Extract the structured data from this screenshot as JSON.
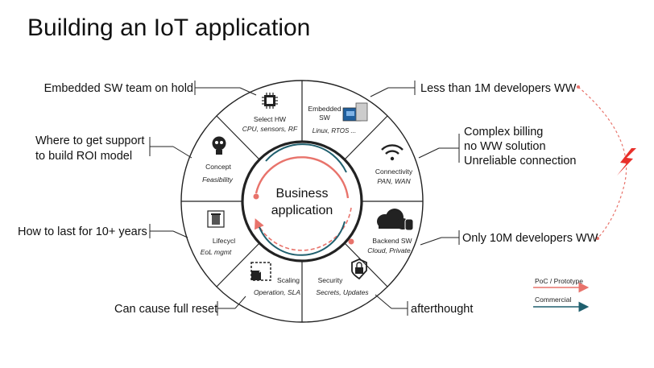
{
  "title": "Building an IoT application",
  "center": {
    "line1": "Business",
    "line2": "application"
  },
  "segments": [
    {
      "name": "Select HW",
      "sub": "CPU, sensors, RF",
      "icon": "chip-icon"
    },
    {
      "name": "Embedded",
      "name2": "SW",
      "sub": "Linux, RTOS ...",
      "icon": "computer-icon"
    },
    {
      "name": "Connectivity",
      "sub": "PAN, WAN",
      "icon": "wifi-icon"
    },
    {
      "name": "Backend SW",
      "sub": "Cloud, Private",
      "icon": "cloud-database-icon"
    },
    {
      "name": "Security",
      "sub": "Secrets, Updates",
      "icon": "lock-icon"
    },
    {
      "name": "Scaling",
      "sub": "Operation, SLA",
      "icon": "expand-icon"
    },
    {
      "name": "Lifecycl",
      "sub": "EoL mgmt",
      "icon": "recycle-bin-icon"
    },
    {
      "name": "Concept",
      "sub": "Feasibility",
      "icon": "lightbulb-icon"
    }
  ],
  "annotations": {
    "left": [
      "Embedded SW team on hold",
      "Where to get support",
      "to build ROI model",
      "How to last for 10+ years",
      "Can cause full reset"
    ],
    "right": [
      "Less than 1M developers WW",
      "Complex billing",
      "no WW solution",
      "Unreliable connection",
      "Only 10M developers WW",
      "afterthought"
    ]
  },
  "legend": {
    "poc": "PoC / Prototype",
    "commercial": "Commercial"
  },
  "colors": {
    "poc": "#e8736b",
    "commercial": "#1f5f6e",
    "ring_outline": "#222222",
    "lightning": "#e8302a"
  }
}
